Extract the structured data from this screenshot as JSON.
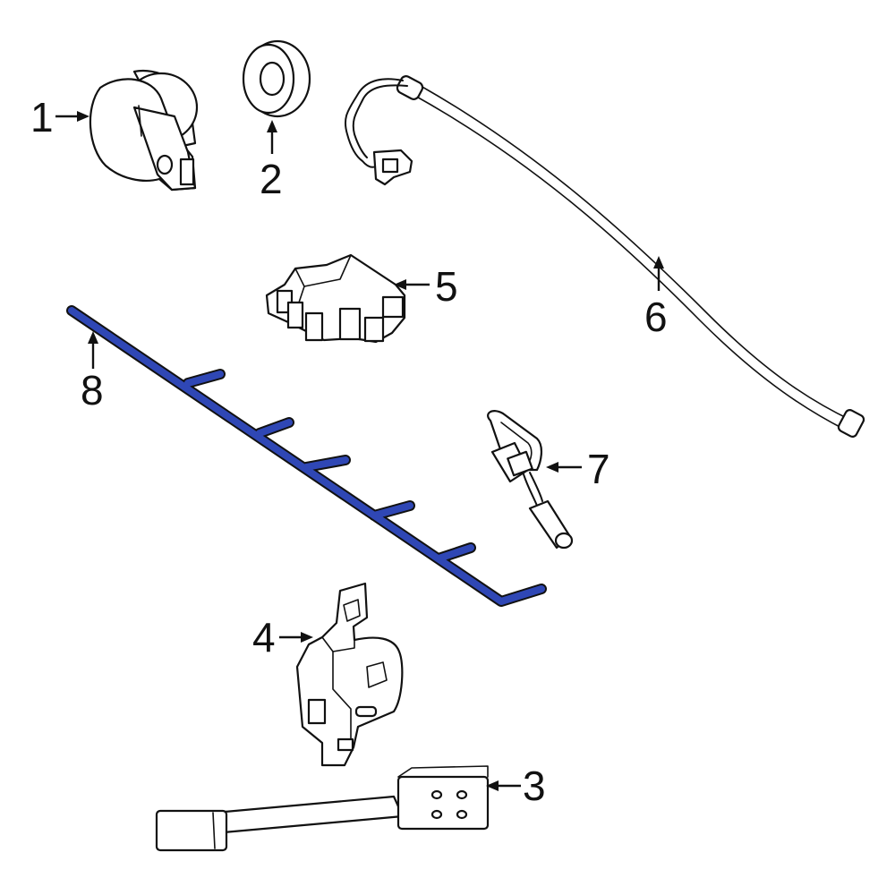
{
  "diagram": {
    "highlight_color": "#2f47b5",
    "line_color": "#111111",
    "background": "#ffffff",
    "callouts": [
      {
        "id": "1",
        "label": "1"
      },
      {
        "id": "2",
        "label": "2"
      },
      {
        "id": "3",
        "label": "3"
      },
      {
        "id": "4",
        "label": "4"
      },
      {
        "id": "5",
        "label": "5"
      },
      {
        "id": "6",
        "label": "6"
      },
      {
        "id": "7",
        "label": "7"
      },
      {
        "id": "8",
        "label": "8"
      }
    ]
  }
}
